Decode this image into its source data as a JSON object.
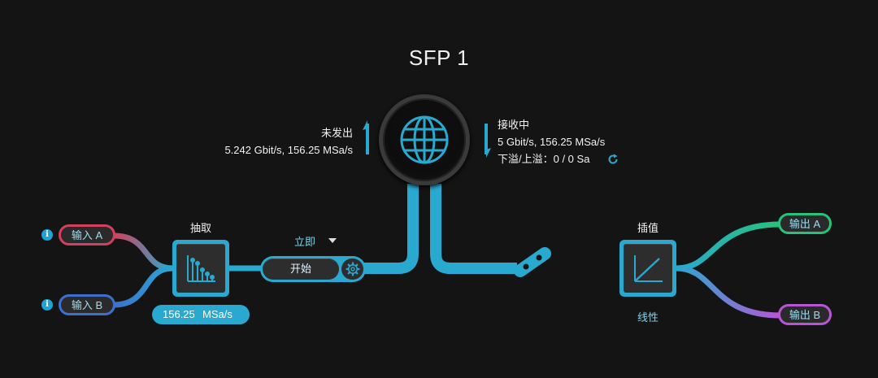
{
  "title": "SFP 1",
  "tx": {
    "status": "未发出",
    "rate": "5.242 Gbit/s, 156.25 MSa/s"
  },
  "rx": {
    "status": "接收中",
    "rate": "5 Gbit/s, 156.25 MSa/s",
    "overflow": "下溢/上溢：0 / 0 Sa"
  },
  "inputs": {
    "a": "输入 A",
    "b": "输入 B"
  },
  "outputs": {
    "a": "输出 A",
    "b": "输出 B"
  },
  "decimate": {
    "label": "抽取",
    "rate_value": "156.25",
    "rate_unit": "MSa/s"
  },
  "trigger": {
    "mode": "立即",
    "start": "开始"
  },
  "interpolate": {
    "label": "插值",
    "mode": "线性"
  },
  "colors": {
    "accent": "#29a9d0",
    "input_a": "#d2405c",
    "input_b": "#3d6fd0",
    "output_a": "#27c27a",
    "output_b": "#b855d6",
    "bg": "#141414"
  },
  "icons": {
    "globe": "globe-icon",
    "decimate": "decimate-chart-icon",
    "interpolate": "linear-graph-icon",
    "settings": "gear-icon",
    "reset": "refresh-icon",
    "switch": "toggle-switch-icon",
    "info": "info-icon"
  }
}
